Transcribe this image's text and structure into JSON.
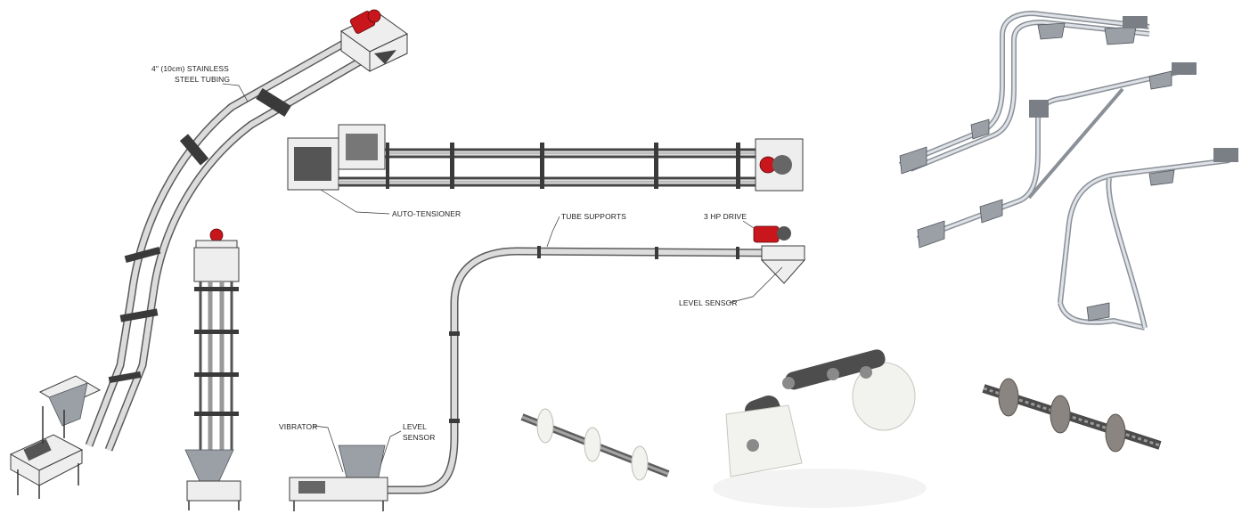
{
  "labels": {
    "tubing": [
      "4\" (10cm) STAINLESS",
      "STEEL TUBING"
    ],
    "auto_tensioner": "AUTO-TENSIONER",
    "tube_supports": "TUBE SUPPORTS",
    "drive": "3 HP DRIVE",
    "level_sensor_top": "LEVEL SENSOR",
    "vibrator": "VIBRATOR",
    "level_sensor_bottom": [
      "LEVEL",
      "SENSOR"
    ]
  },
  "colors": {
    "drive_motor": "#c8161c",
    "tube_steel": "#5a5a5a",
    "aluminum_tube": "#8a9098",
    "disc_uhmw": "#f2f2ee",
    "disc_steel": "#8a8580"
  }
}
